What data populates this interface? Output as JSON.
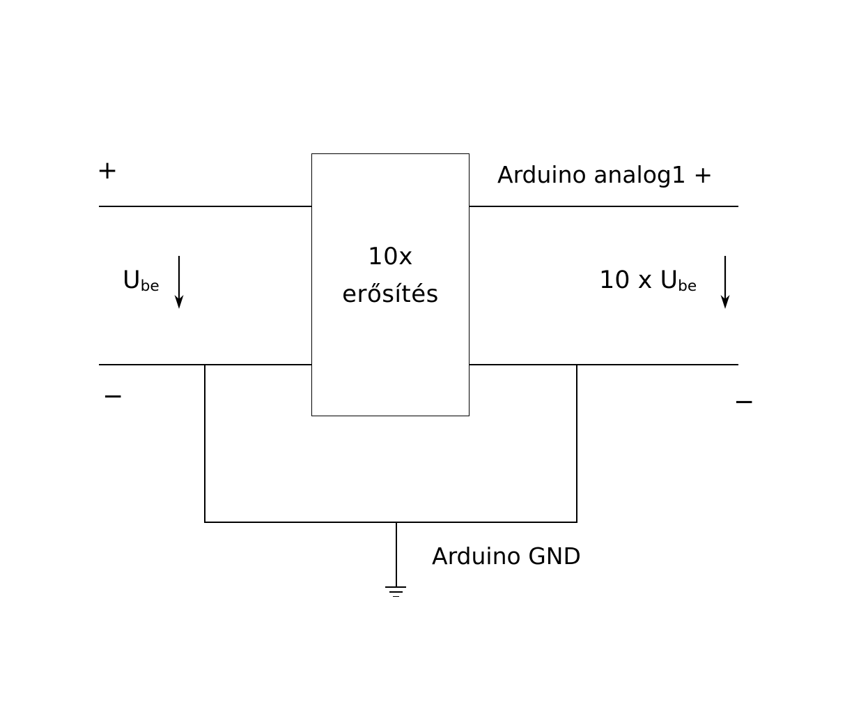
{
  "diagram": {
    "amplifier": {
      "line1": "10x",
      "line2": "erősítés"
    },
    "labels": {
      "top_left_polarity": "+",
      "top_right_wire": "Arduino analog1 +",
      "input_voltage_base": "U",
      "input_voltage_sub": "be",
      "output_voltage_prefix": "10 x U",
      "output_voltage_sub": "be",
      "bottom_left_polarity": "−",
      "bottom_right_polarity": "−",
      "ground": "Arduino GND"
    },
    "colors": {
      "line": "#000000",
      "text": "#000000",
      "background": "#ffffff"
    }
  }
}
